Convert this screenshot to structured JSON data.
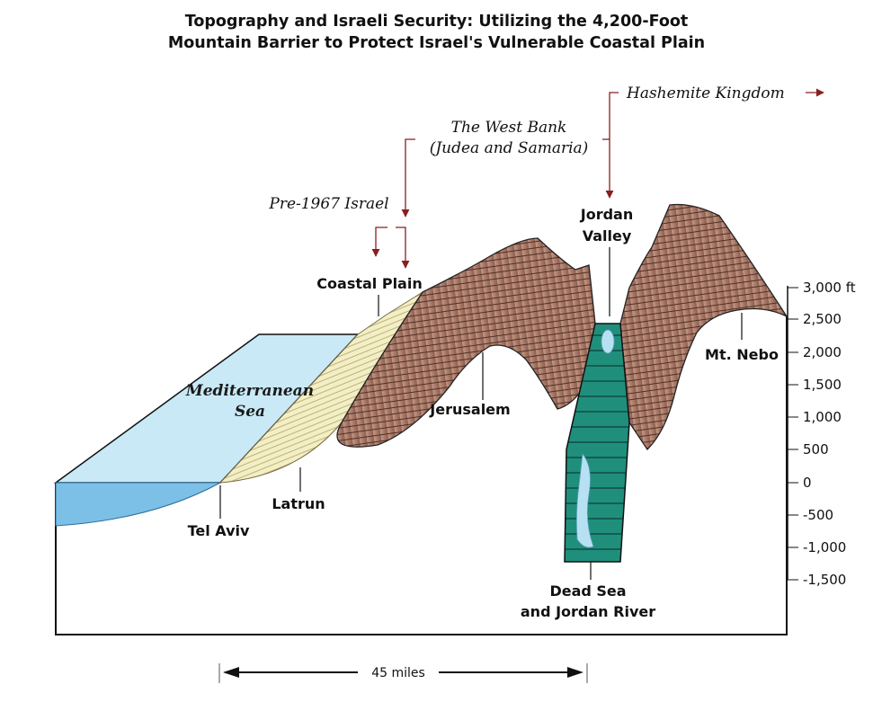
{
  "title": {
    "line1": "Topography and Israeli Security: Utilizing the 4,200-Foot",
    "line2": "Mountain Barrier to Protect Israel's Vulnerable Coastal Plain"
  },
  "regions": {
    "hashemite": "Hashemite Kingdom",
    "west_bank_1": "The West Bank",
    "west_bank_2": "(Judea and Samaria)",
    "pre1967": "Pre-1967 Israel"
  },
  "places": {
    "coastal_plain": "Coastal Plain",
    "jordan_valley_1": "Jordan",
    "jordan_valley_2": "Valley",
    "mediterranean_1": "Mediterranean",
    "mediterranean_2": "Sea",
    "jerusalem": "Jerusalem",
    "mt_nebo": "Mt. Nebo",
    "latrun": "Latrun",
    "tel_aviv": "Tel Aviv",
    "dead_sea_1": "Dead Sea",
    "dead_sea_2": "and Jordan River"
  },
  "elevation_axis": {
    "ticks": [
      "3,000 ft",
      "2,500",
      "2,000",
      "1,500",
      "1,000",
      "500",
      "0",
      "-500",
      "-1,000",
      "-1,500"
    ]
  },
  "scale_bar": {
    "label": "45 miles"
  },
  "colors": {
    "sea": "#c9e9f7",
    "sea_dark": "#7cc0e8",
    "plain": "#f3efc4",
    "mountain": "#a97866",
    "mountain_dark": "#7a5346",
    "valley": "#1f8f7c",
    "arrow": "#8b1e1e"
  }
}
